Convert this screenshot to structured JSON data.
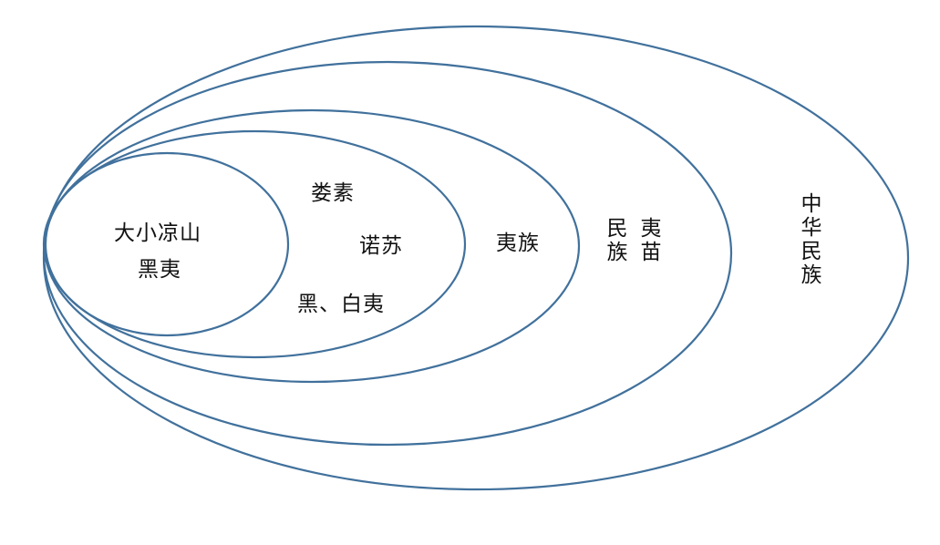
{
  "diagram": {
    "rings": [
      {
        "name": "中华民族"
      },
      {
        "name": "民族 夷苗"
      },
      {
        "name": "夷族"
      },
      {
        "name": "诺苏"
      },
      {
        "name": "大小凉山 黑夷"
      }
    ],
    "labels": {
      "inner_line1": "大小凉山",
      "inner_line2": "黑夷",
      "lousu": "娄素",
      "nuosu": "诺苏",
      "hei_baiyi": "黑、白夷",
      "yizu": "夷族",
      "minzu_col": "民族",
      "yimiao_col": "夷苗",
      "zhonghua_col": "中华民族"
    },
    "stroke_color": "#41719c",
    "text_color": "#111111"
  }
}
